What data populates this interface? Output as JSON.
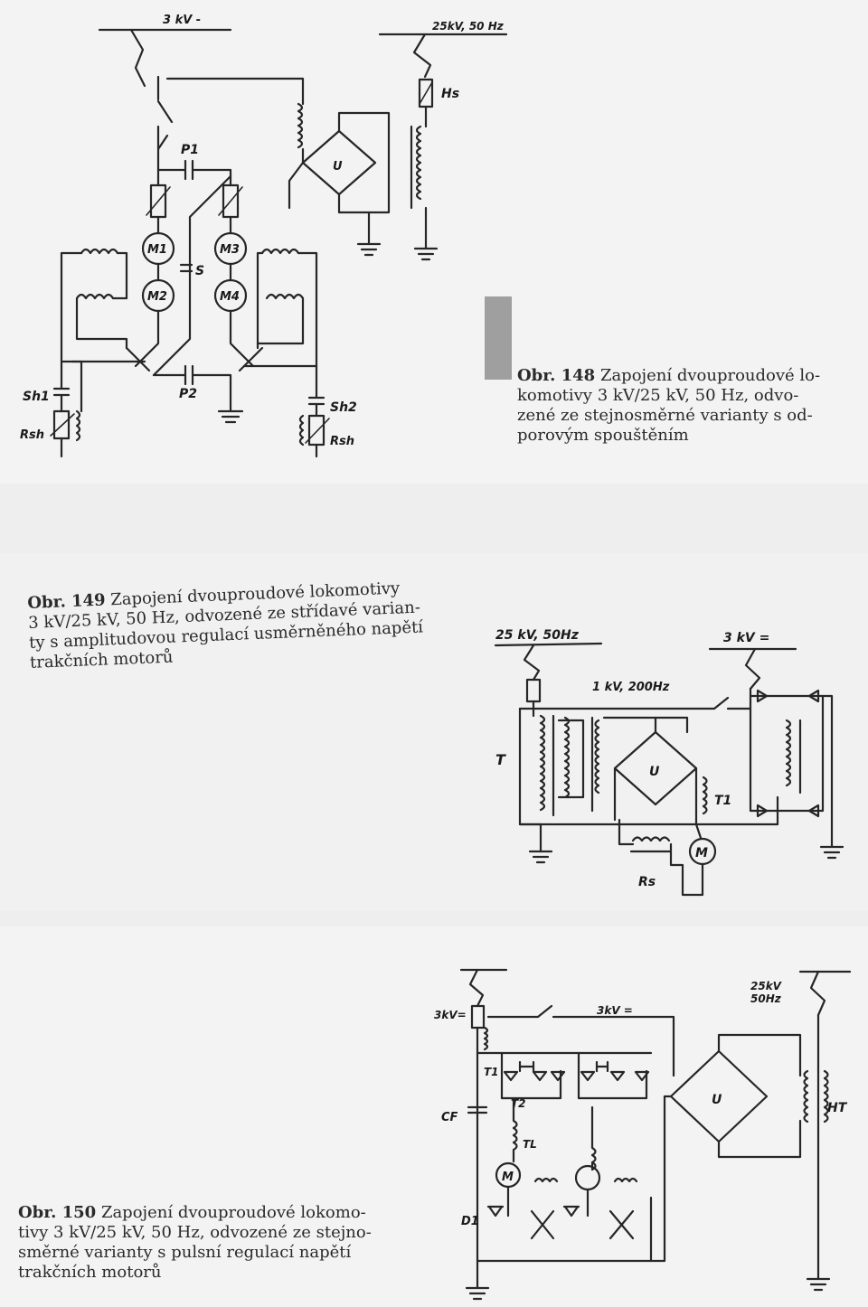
{
  "figures": [
    {
      "id": "obr148",
      "caption": {
        "number": "Obr. 148",
        "lines": [
          "Zapojení dvouproudové lo-",
          "komotivy 3 kV/25 kV, 50 Hz, odvo-",
          "zené ze stejnosměrné varianty s od-",
          "porovým spouštěním"
        ]
      },
      "labels": {
        "supply_dc": "3 kV -",
        "supply_ac": "25kV, 50 Hz",
        "fuse": "Hs",
        "rectifier": "U",
        "p1": "P1",
        "p2": "P2",
        "capacitor": "S",
        "m1": "M1",
        "m2": "M2",
        "m3": "M3",
        "m4": "M4",
        "sh1": "Sh1",
        "sh2": "Sh2",
        "rsh_left": "Rsh",
        "rsh_right": "Rsh"
      }
    },
    {
      "id": "obr149",
      "caption": {
        "number": "Obr. 149",
        "lines": [
          "Zapojení dvouproudové lokomotivy",
          "3 kV/25 kV, 50 Hz, odvozené ze střídavé varian-",
          "ty s amplitudovou regulací usměrněného napětí",
          "trakčních motorů"
        ]
      },
      "labels": {
        "supply_ac": "25 kV, 50Hz",
        "supply_dc": "3 kV =",
        "intermediate": "1 kV, 200Hz",
        "transformer": "T",
        "rectifier": "U",
        "t1": "T1",
        "motor": "M",
        "rs": "Rs"
      }
    },
    {
      "id": "obr150",
      "caption": {
        "number": "Obr. 150",
        "lines": [
          "Zapojení dvouproudové lokomo-",
          "tivy 3 kV/25 kV, 50 Hz, odvozené ze stejno-",
          "směrné varianty s pulsní regulací napětí",
          "trakčních motorů"
        ]
      },
      "labels": {
        "supply_dc_left": "3kV=",
        "supply_dc_mid": "3kV =",
        "supply_ac": "25kV",
        "supply_ac_freq": "50Hz",
        "cf": "CF",
        "t1": "T1",
        "t2": "T2",
        "tl": "TL",
        "d1": "D1",
        "motor": "M",
        "rectifier": "U",
        "ht": "HT"
      }
    }
  ]
}
